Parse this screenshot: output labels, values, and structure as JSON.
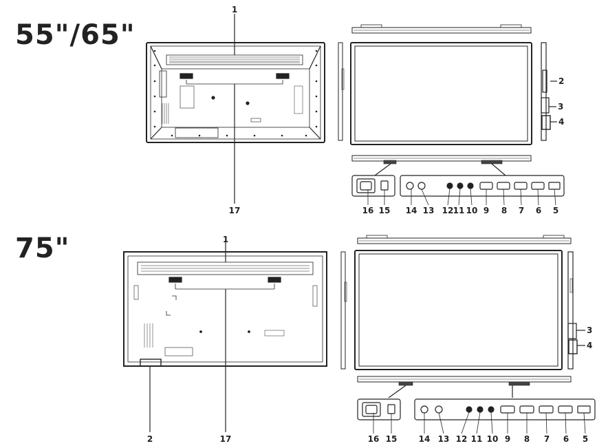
{
  "section_titles": [
    "55\"/65\"",
    "75\""
  ],
  "callouts_top": {
    "back_top": "1",
    "back_bottom": "17",
    "side_2": "2",
    "side_3": "3",
    "side_4": "4",
    "ports": [
      "16",
      "15",
      "14",
      "13",
      "12",
      "11",
      "10",
      "9",
      "8",
      "7",
      "6",
      "5"
    ]
  },
  "callouts_bottom": {
    "back_top": "1",
    "back_left": "2",
    "back_bottom": "17",
    "side_3": "3",
    "side_4": "4",
    "ports": [
      "16",
      "15",
      "14",
      "13",
      "12",
      "11",
      "10",
      "9",
      "8",
      "7",
      "6",
      "5"
    ]
  }
}
